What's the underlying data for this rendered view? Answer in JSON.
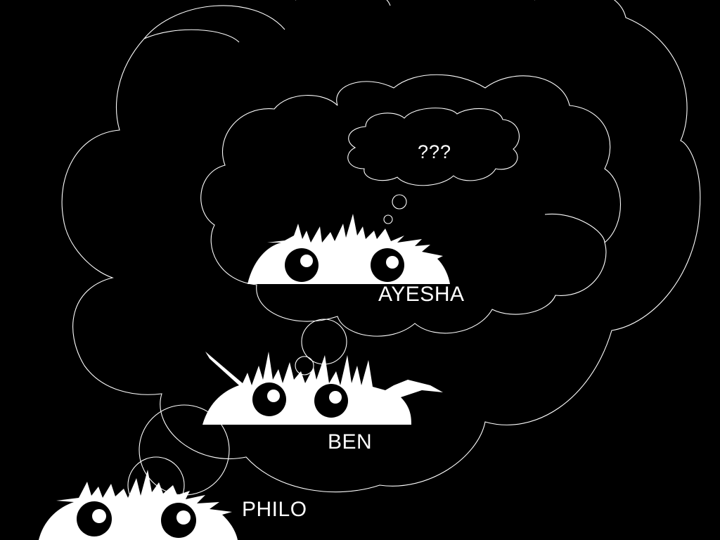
{
  "scene": {
    "background": "#000000",
    "line_color": "#ffffff"
  },
  "thought": {
    "text": "???"
  },
  "characters": [
    {
      "name": "AYESHA",
      "icon": "spiky-blob-creature-icon"
    },
    {
      "name": "BEN",
      "icon": "spiky-blob-creature-icon"
    },
    {
      "name": "PHILO",
      "icon": "spiky-blob-creature-icon"
    }
  ]
}
